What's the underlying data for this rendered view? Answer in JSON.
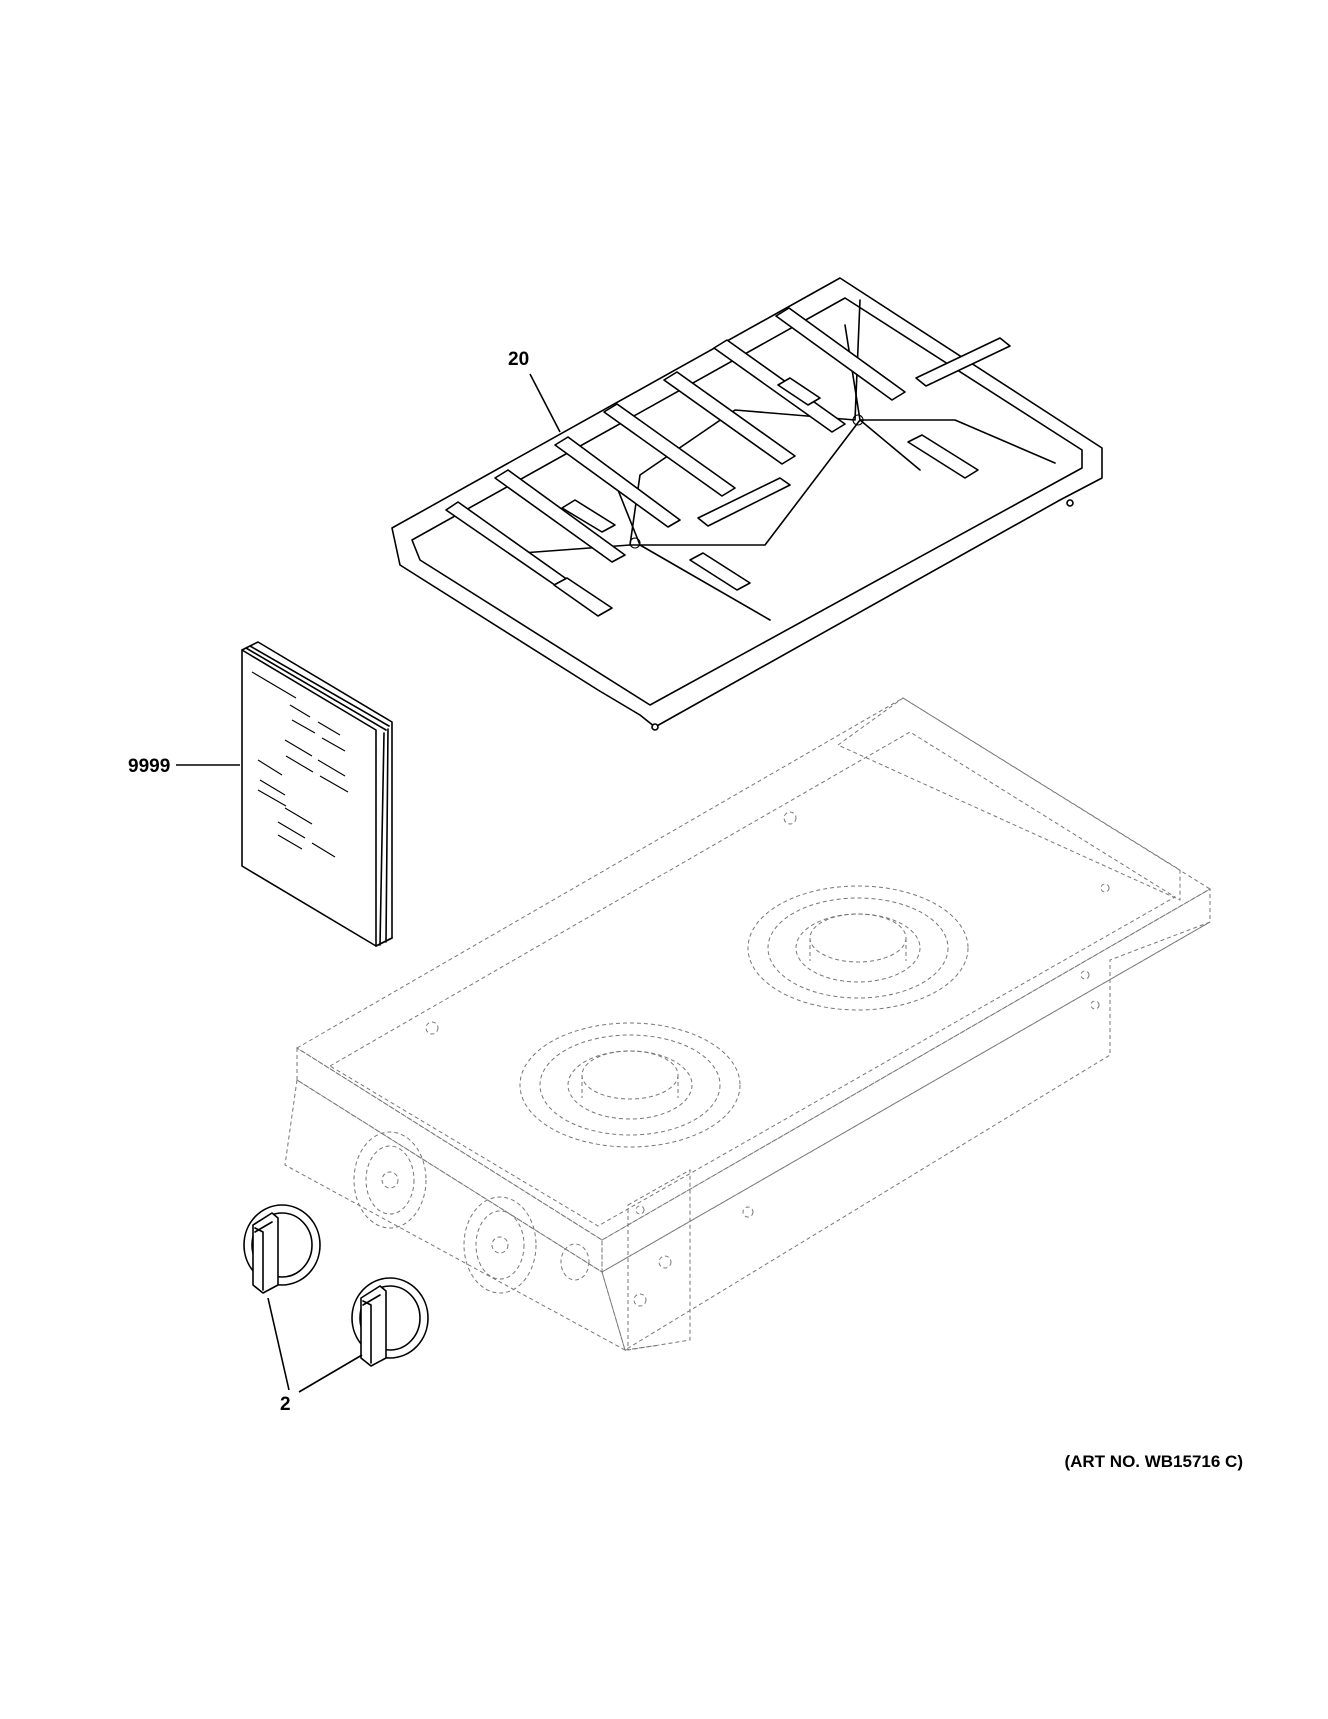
{
  "callouts": {
    "grate": "20",
    "manual": "9999",
    "knobs": "2"
  },
  "art_number": "(ART NO. WB15716 C)",
  "parts": {
    "grate": "burner-grate",
    "manual": "owner-manual",
    "knobs": "control-knob",
    "cooktop": "cooktop-body"
  }
}
